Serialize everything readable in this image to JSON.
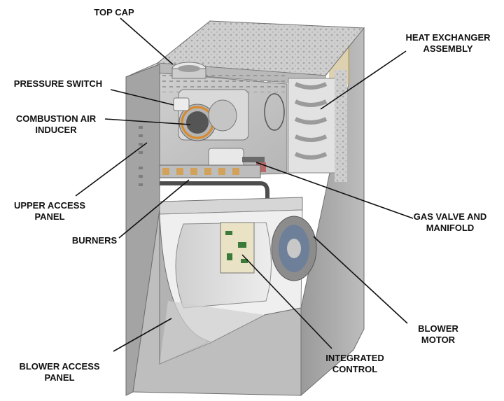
{
  "labels": {
    "top_cap": [
      "TOP CAP"
    ],
    "pressure_switch": [
      "PRESSURE SWITCH"
    ],
    "combustion_air_inducer": [
      "COMBUSTION AIR",
      "INDUCER"
    ],
    "upper_access_panel": [
      "UPPER ACCESS",
      "PANEL"
    ],
    "burners": [
      "BURNERS"
    ],
    "blower_access_panel": [
      "BLOWER ACCESS",
      "PANEL"
    ],
    "heat_exchanger_assembly": [
      "HEAT EXCHANGER",
      "ASSEMBLY"
    ],
    "gas_valve_and_manifold": [
      "GAS VALVE AND",
      "MANIFOLD"
    ],
    "blower_motor": [
      "BLOWER",
      "MOTOR"
    ],
    "integrated_control": [
      "INTEGRATED",
      "CONTROL"
    ]
  },
  "colors": {
    "cabinet_light": "#c9c9c9",
    "cabinet_mid": "#a9a9a9",
    "cabinet_dark": "#8a8a8a",
    "heat_exchanger": "#dcdcdc",
    "label_text": "#111111",
    "leader_line": "#111111"
  }
}
